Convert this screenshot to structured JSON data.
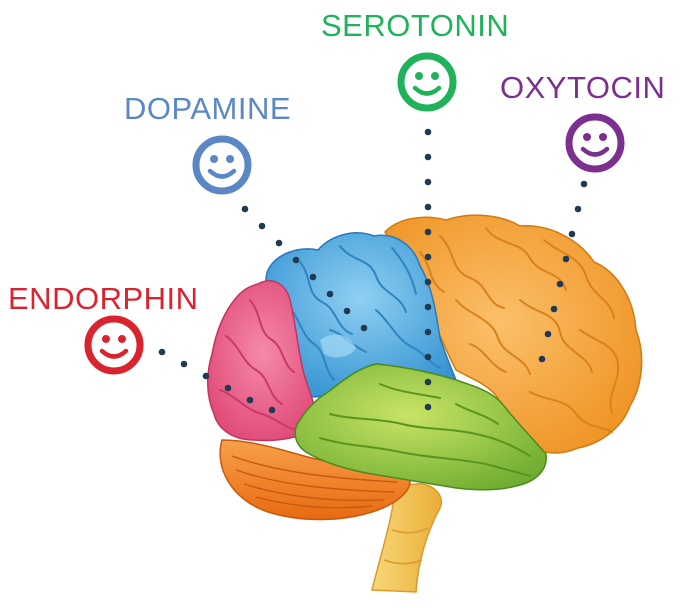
{
  "labels": {
    "serotonin": "SEROTONIN",
    "dopamine": "DOPAMINE",
    "oxytocin": "OXYTOCIN",
    "endorphin": "ENDORPHIN"
  },
  "colors": {
    "serotonin": "#1fb25a",
    "dopamine": "#5b87c5",
    "oxytocin": "#7b2f8f",
    "endorphin": "#d9232e",
    "dots": "#1f3a52",
    "frontal_lobe": "#f4a137",
    "parietal_lobe": "#4aa8de",
    "occipital_lobe": "#e9537f",
    "temporal_lobe": "#8cc63f",
    "cerebellum": "#f07e21",
    "brainstem": "#f6c74f"
  },
  "icons": [
    "serotonin-smiley-icon",
    "dopamine-smiley-icon",
    "oxytocin-smiley-icon",
    "endorphin-smiley-icon"
  ]
}
